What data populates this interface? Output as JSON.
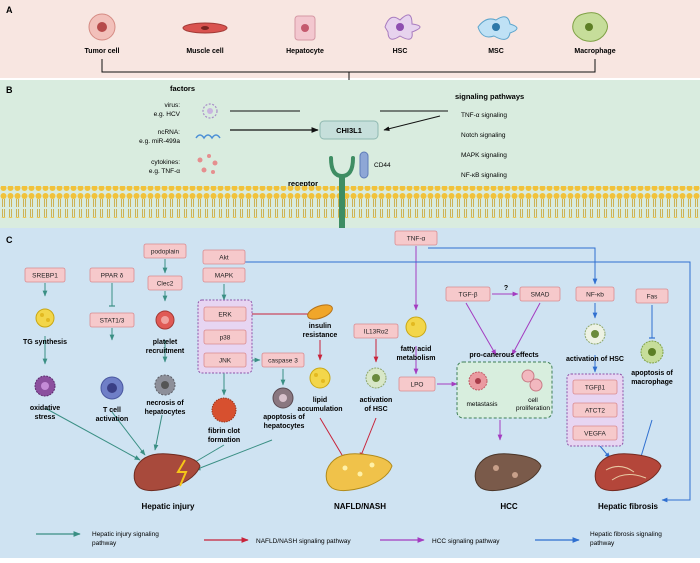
{
  "panel_a": {
    "label": "A",
    "cells": [
      "Tumor cell",
      "Muscle cell",
      "Hepatocyte",
      "HSC",
      "MSC",
      "Macrophage"
    ]
  },
  "panel_b": {
    "label": "B",
    "factors_title": "factors",
    "virus_1": "virus:",
    "virus_2": "e.g. HCV",
    "ncrna_1": "ncRNA:",
    "ncrna_2": "e.g. miR-499a",
    "cyto_1": "cytokines:",
    "cyto_2": "e.g. TNF-α",
    "center": "CHI3L1",
    "cd44": "CD44",
    "receptor": "receptor",
    "pathways_title": "signaling pathways",
    "pathways": [
      "TNF-α signaling",
      "Notch signaling",
      "MAPK signaling",
      "NF-κB signaling"
    ]
  },
  "panel_c": {
    "label": "C",
    "boxes": {
      "srebp1": "SREBP1",
      "ppar": "PPAR δ",
      "stat": "STAT1/3",
      "podoplain": "podoplain",
      "clec2": "Clec2",
      "akt": "Akt",
      "mapk": "MAPK",
      "erk": "ERK",
      "p38": "p38",
      "jnk": "JNK",
      "casp3": "caspase 3",
      "tnfa": "TNF-α",
      "il13": "IL13Rα2",
      "tgfb": "TGF-β",
      "q": "?",
      "smad": "SMAD",
      "nfkb": "NF-κb",
      "fas": "Fas",
      "lpo": "LPO",
      "tgfb1": "TGFβ1",
      "atct2": "ATCT2",
      "vegfa": "VEGFA"
    },
    "text": {
      "tg1": "TG synthesis",
      "ox1": "oxidative",
      "ox2": "stress",
      "tc1": "T cell",
      "tc2": "activation",
      "pl1": "platelet",
      "pl2": "recruitment",
      "ne1": "necrosis of",
      "ne2": "hepatocytes",
      "fi1": "fibrin clot",
      "fi2": "formation",
      "ap1": "apoptosis of",
      "ap2": "hepatocytes",
      "in1": "insulin",
      "in2": "resistance",
      "li1": "lipid",
      "li2": "accumulation",
      "ah1": "activation",
      "ah2": "of HSC",
      "fa1": "fatty acid",
      "fa2": "metabolism",
      "pro": "pro-canerous effects",
      "met": "metastasis",
      "cp1": "cell",
      "cp2": "proliferation",
      "ahn": "activation of HSC",
      "am1": "apoptosis of",
      "am2": "macrophage"
    },
    "outcomes": [
      "Hepatic injury",
      "NAFLD/NASH",
      "HCC",
      "Hepatic fibrosis"
    ]
  },
  "legend": [
    {
      "l1": "Hepatic injury signaling",
      "l2": "pathway",
      "color": "#3a8f84"
    },
    {
      "l1": "NAFLD/NASH signaling pathway",
      "l2": "",
      "color": "#c8233a"
    },
    {
      "l1": "HCC signaling pathway",
      "l2": "",
      "color": "#a43cc0"
    },
    {
      "l1": "Hepatic fibrosis signaling",
      "l2": "pathway",
      "color": "#2f6fd0"
    }
  ],
  "colors": {
    "panel_a": "#f8e6e1",
    "panel_b": "#d9ecdf",
    "panel_c": "#cfe3f2",
    "box": "#f6c9cb"
  }
}
